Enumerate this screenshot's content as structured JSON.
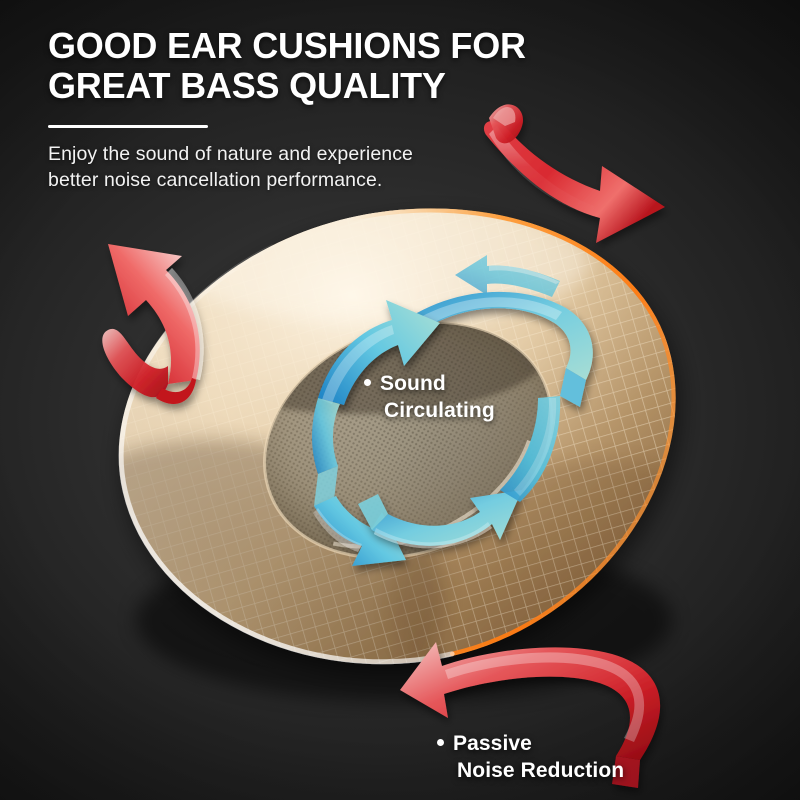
{
  "background": {
    "base_color": "#101010",
    "center_color": "#3a3a3a",
    "corner_color": "#0a0a0a"
  },
  "header": {
    "title": "GOOD EAR CUSHIONS FOR\nGREAT BASS QUALITY",
    "title_color": "#ffffff",
    "divider_color": "#ffffff",
    "subtitle": "Enjoy the sound of nature and experience\nbetter noise cancellation performance.",
    "subtitle_color": "#f2f2f2"
  },
  "product": {
    "name": "ear-cushion-torus",
    "cushion_color_light": "#f2e2c7",
    "cushion_color_mid": "#ddc49b",
    "cushion_color_dark": "#8d6a45",
    "cushion_grid_color": "#fff6e2",
    "rim_light_color": "#ff9a33",
    "inner_mesh_color": "#a39a89",
    "inner_mesh_dark": "#6e675b"
  },
  "callouts": [
    {
      "id": "sound-circulating",
      "line1": "Sound",
      "line2": "Circulating",
      "bullet": "bullet-dot",
      "color": "#ffffff"
    },
    {
      "id": "passive-noise-reduction",
      "line1": "Passive",
      "line2": "Noise Reduction",
      "bullet": "bullet-dot",
      "color": "#ffffff"
    }
  ],
  "arrows": {
    "sound_arrows": {
      "semantic": "blue-circulating-arrows",
      "count": 4,
      "color_bright": "#1a85c8",
      "color_mid": "#52c3e0",
      "color_pale": "#9ed9d2",
      "meaning": "Sound Circulating"
    },
    "noise_arrows": {
      "semantic": "red-outward-arrows",
      "count": 3,
      "color_bright": "#e8454a",
      "color_deep": "#b1141c",
      "color_pale": "#f6c3c2",
      "meaning": "Passive Noise Reduction"
    }
  }
}
